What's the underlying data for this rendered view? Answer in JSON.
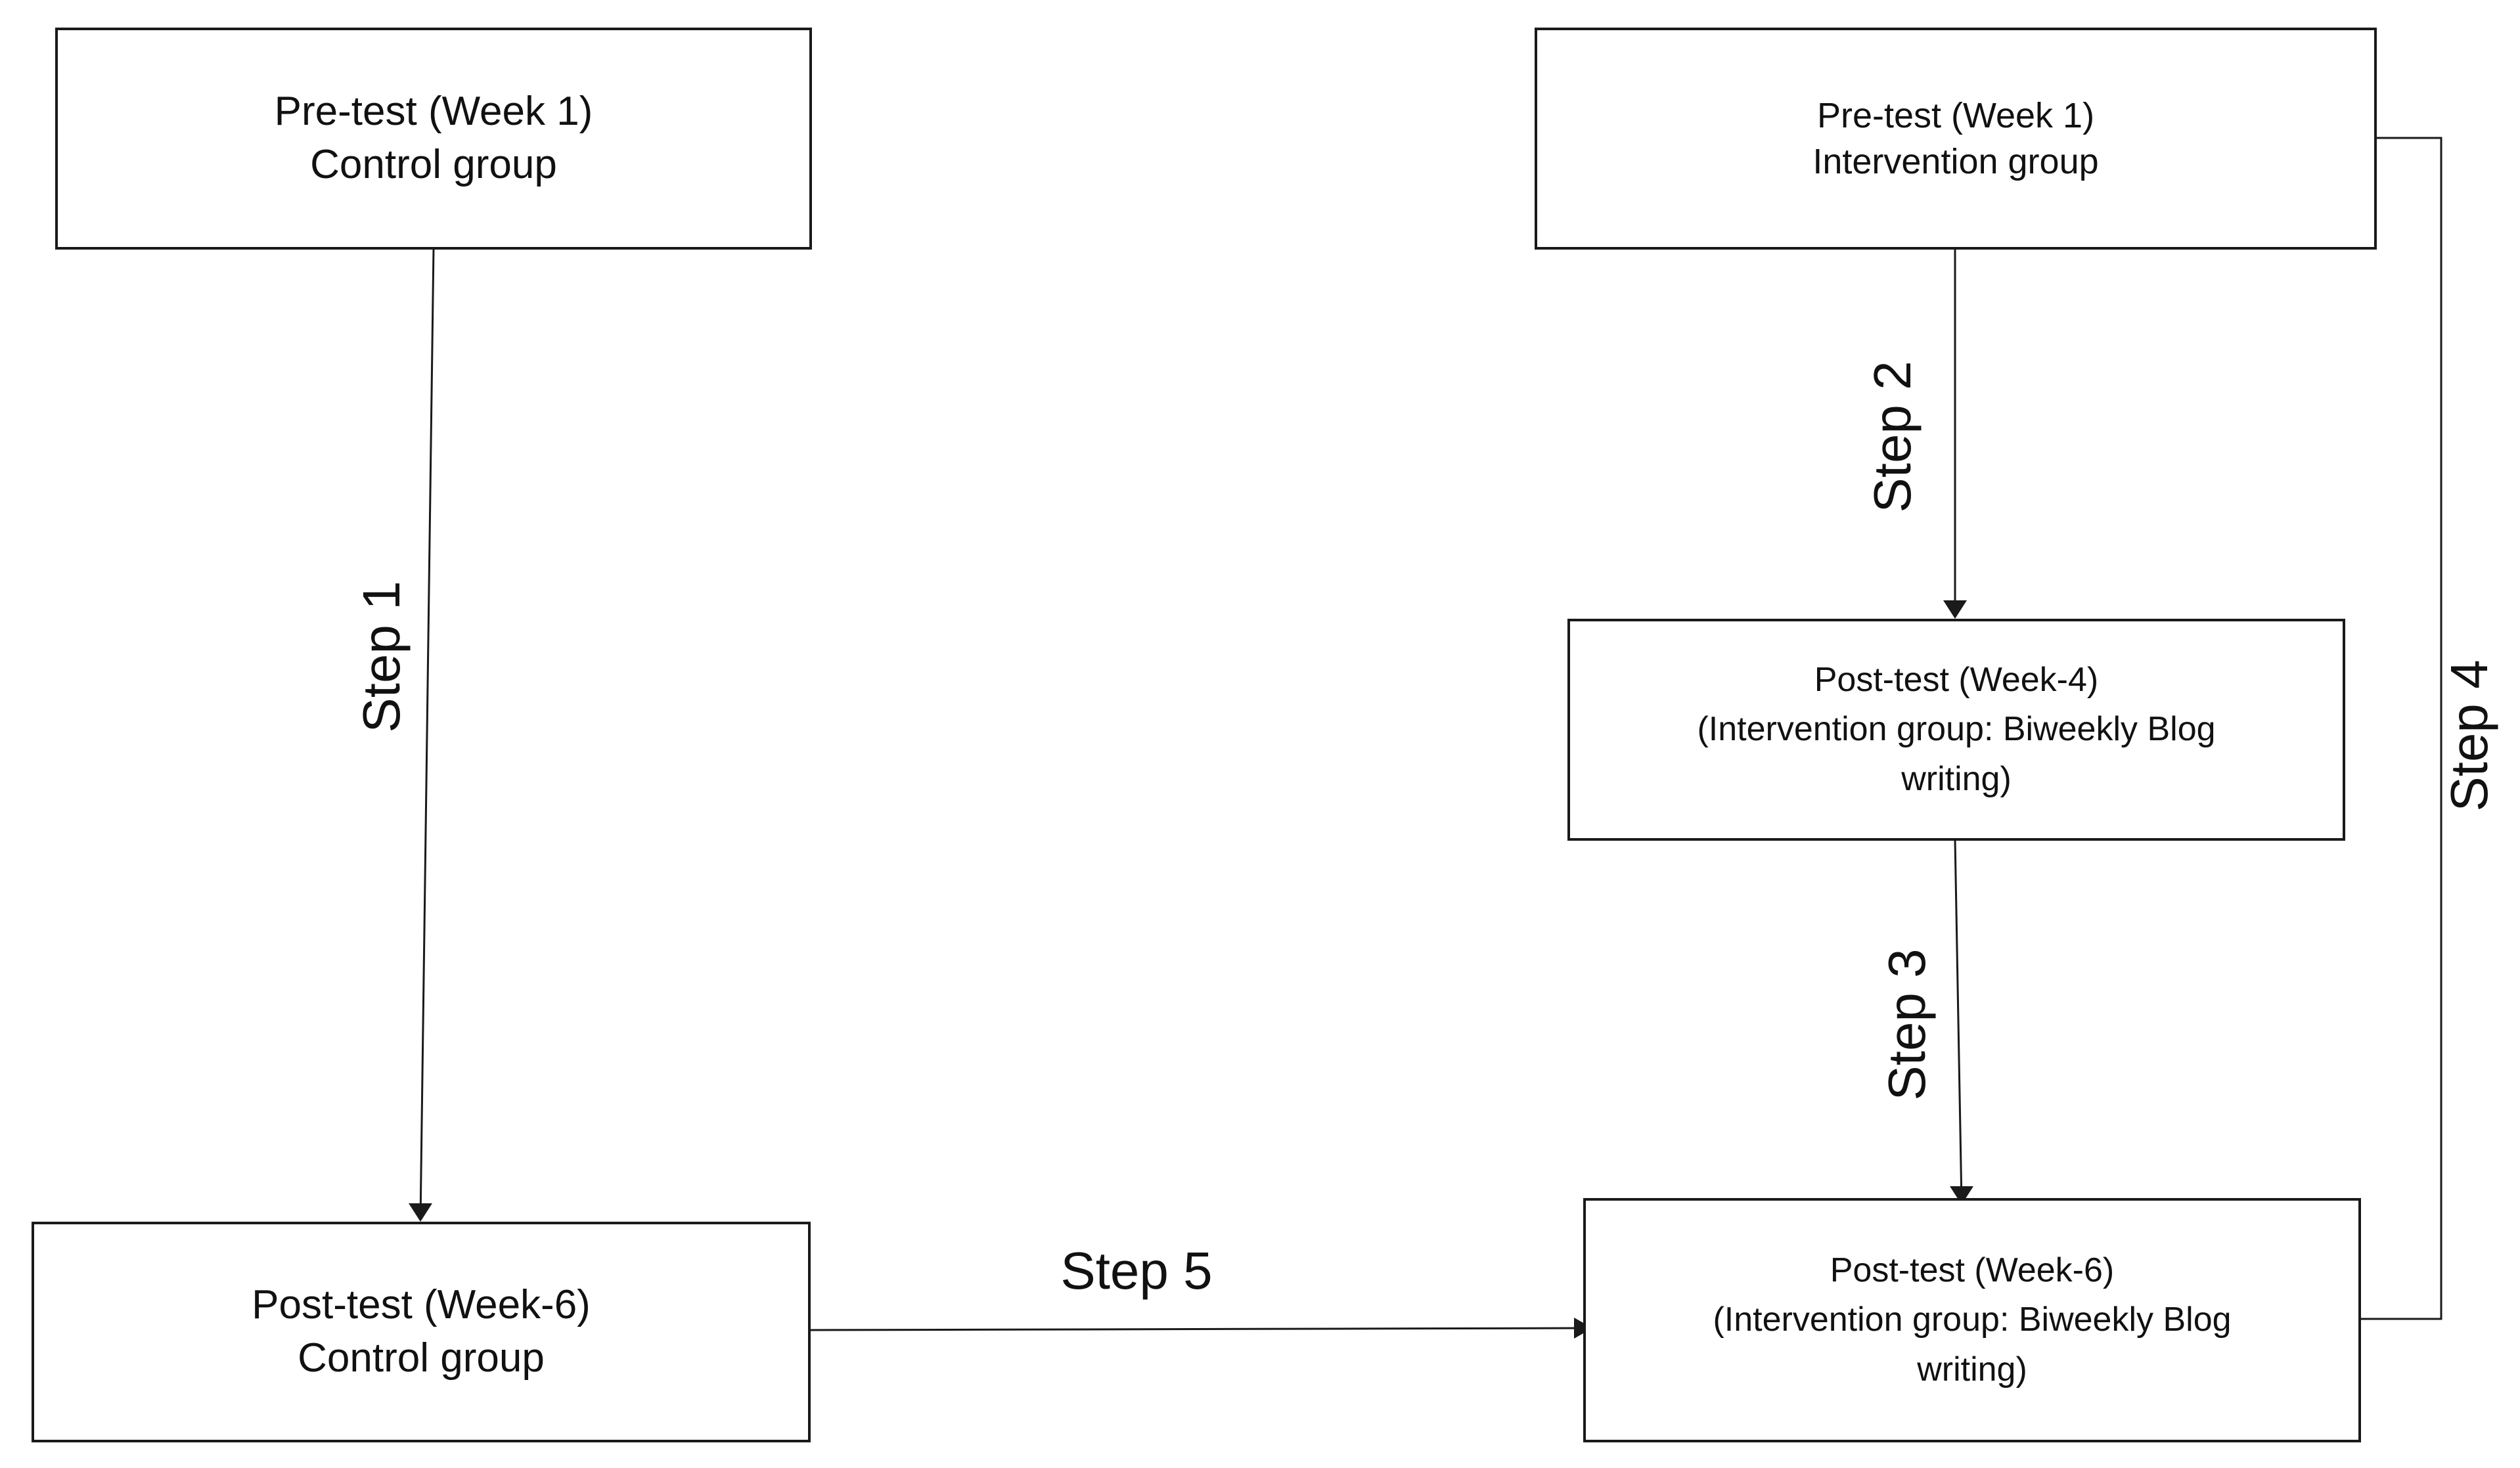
{
  "boxes": {
    "control_pre": {
      "line1": "Pre-test (Week 1)",
      "line2": "Control group"
    },
    "intervention_pre": {
      "line1": "Pre-test (Week 1)",
      "line2": "Intervention group"
    },
    "intervention_post4": {
      "line1": "Post-test (Week-4)",
      "line2": "(Intervention group: Biweekly Blog",
      "line3": "writing)"
    },
    "control_post6": {
      "line1": "Post-test (Week-6)",
      "line2": "Control group"
    },
    "intervention_post6": {
      "line1": "Post-test (Week-6)",
      "line2": "(Intervention group: Biweekly Blog",
      "line3": "writing)"
    }
  },
  "steps": {
    "step1": "Step 1",
    "step2": "Step 2",
    "step3": "Step 3",
    "step4": "Step 4",
    "step5": "Step 5"
  }
}
